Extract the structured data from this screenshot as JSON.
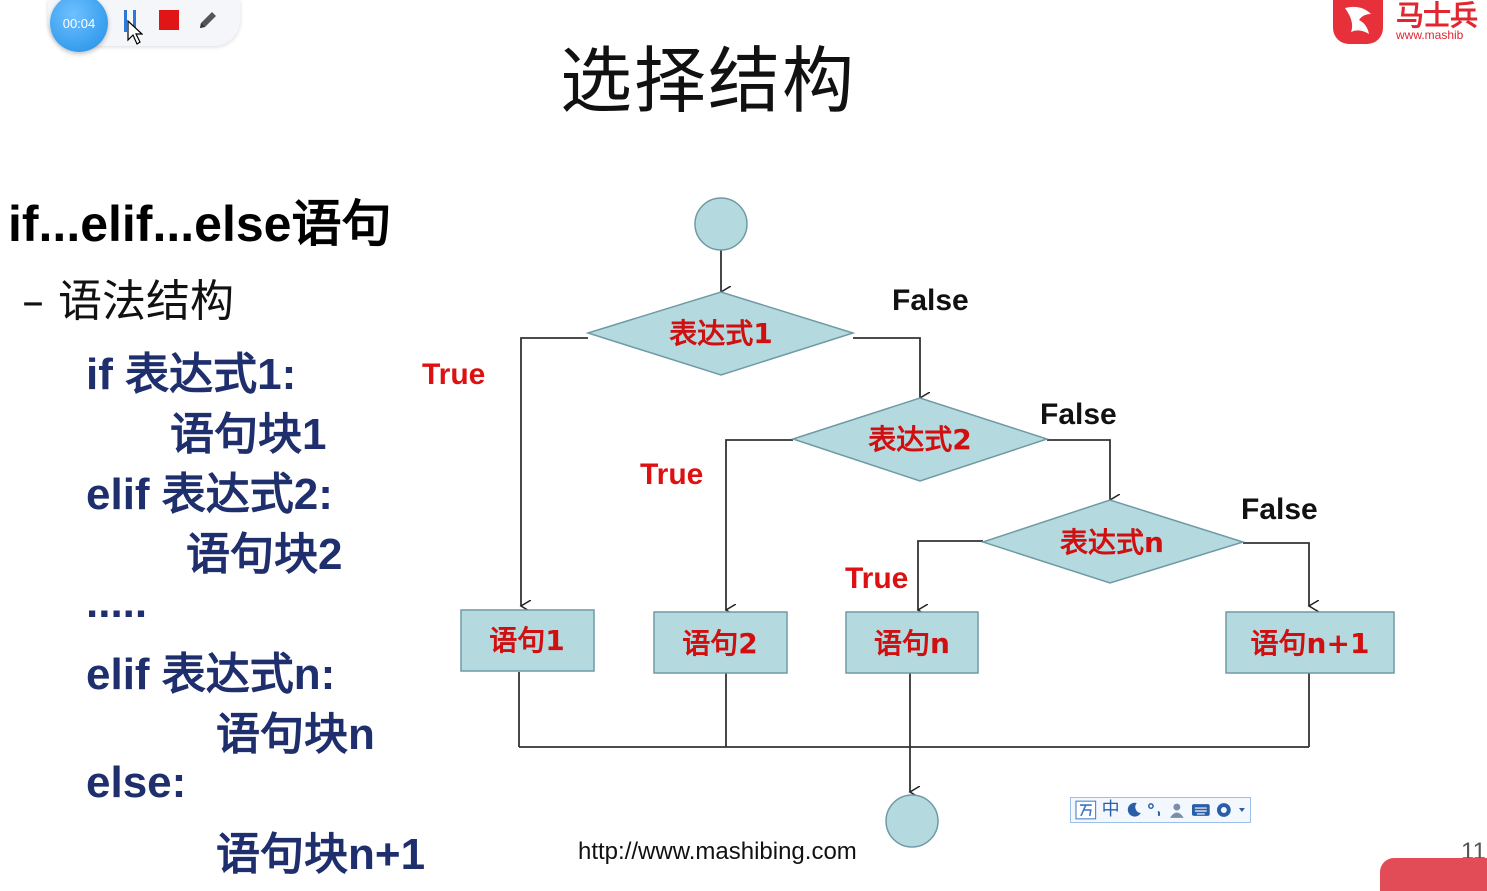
{
  "recorder": {
    "timer": "00:04"
  },
  "logo": {
    "text": "马士兵",
    "url": "www.mashib"
  },
  "slide": {
    "title": "选择结构",
    "heading": "if...elif...else语句",
    "subheading": "– 语法结构",
    "code_lines": [
      "if 表达式1:",
      "语句块1",
      "elif 表达式2:",
      "语句块2",
      ".....",
      "elif 表达式n:",
      "语句块n",
      "else:",
      "语句块n+1"
    ],
    "footer_url": "http://www.mashibing.com",
    "page_number": "11"
  },
  "flowchart": {
    "decisions": [
      "表达式1",
      "表达式2",
      "表达式n"
    ],
    "statements": [
      "语句1",
      "语句2",
      "语句n",
      "语句n+1"
    ],
    "true_label": "True",
    "false_label": "False"
  },
  "ime_toolbar": {
    "mode": "中"
  },
  "colors": {
    "node_fill": "#b4dae0",
    "node_stroke": "#6f9aa5",
    "true_label": "#dd1111",
    "code_text": "#1f2f6e"
  }
}
